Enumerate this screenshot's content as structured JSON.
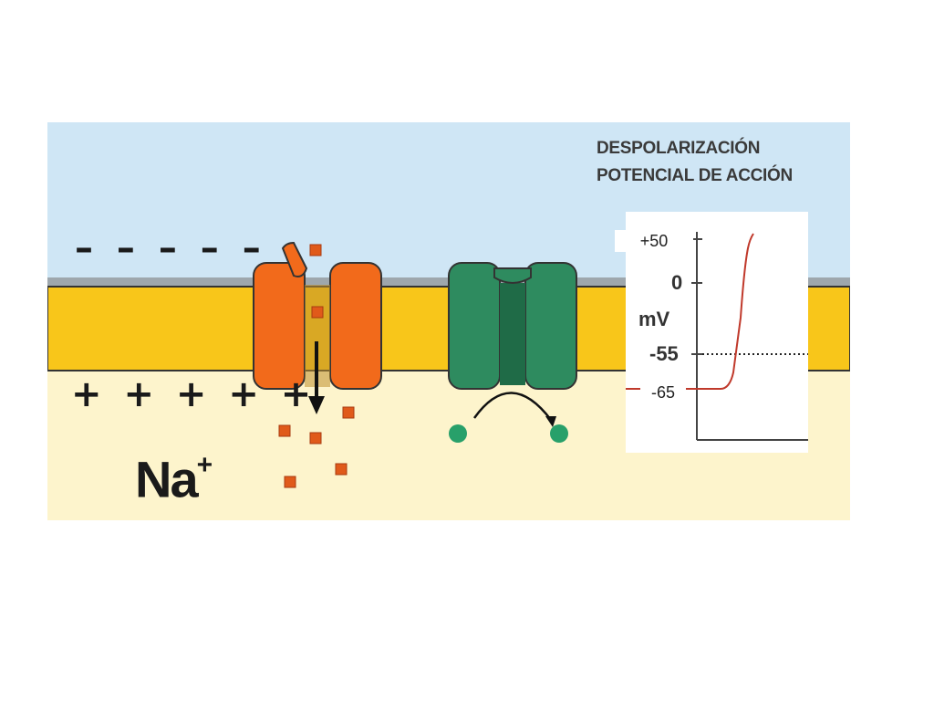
{
  "title": {
    "line1": "DESPOLARIZACIÓN",
    "line2": "POTENCIAL DE ACCIÓN"
  },
  "membrane": {
    "outside_charge": "– – – – –",
    "inside_charge": "+ + + + +",
    "ion_label": "Na",
    "ion_charge": "+"
  },
  "graph": {
    "unit_label": "mV",
    "tick_zero": "0",
    "tick_threshold": "-55",
    "overlay_top": "+50",
    "overlay_rest": "-65"
  },
  "colors": {
    "extracellular": "#cfe6f5",
    "intracellular": "#fdf4cc",
    "membrane": "#f8c61a",
    "na_channel": "#f26a1b",
    "k_channel": "#2e8b5f",
    "na_ion": "#e05a1a",
    "k_ion": "#28a06a",
    "curve": "#c0392b"
  }
}
